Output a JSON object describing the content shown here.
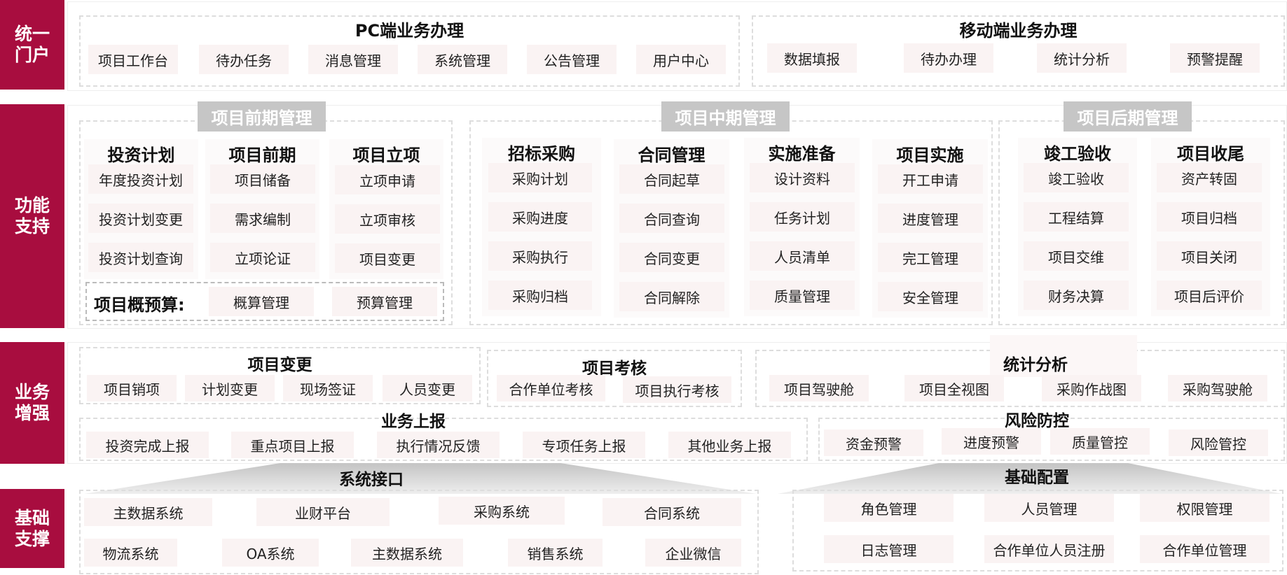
{
  "rows": [
    {
      "label": "统一\n门户"
    },
    {
      "label": "功能\n支持"
    },
    {
      "label": "业务\n增强"
    },
    {
      "label": "基础\n支撑"
    }
  ],
  "portal": {
    "pc_title": "PC端业务办理",
    "pc_items": [
      "项目工作台",
      "待办任务",
      "消息管理",
      "系统管理",
      "公告管理",
      "用户中心"
    ],
    "mobile_title": "移动端业务办理",
    "mobile_items": [
      "数据填报",
      "待办办理",
      "统计分析",
      "预警提醒"
    ]
  },
  "function": {
    "early": {
      "title": "项目前期管理",
      "groups": [
        {
          "title": "投资计划",
          "items": [
            "年度投资计划",
            "投资计划变更",
            "投资计划查询"
          ]
        },
        {
          "title": "项目前期",
          "items": [
            "项目储备",
            "需求编制",
            "立项论证"
          ]
        },
        {
          "title": "项目立项",
          "items": [
            "立项申请",
            "立项审核",
            "项目变更"
          ]
        }
      ],
      "budget_label": "项目概预算:",
      "budget_items": [
        "概算管理",
        "预算管理"
      ]
    },
    "mid": {
      "title": "项目中期管理",
      "groups": [
        {
          "title": "招标采购",
          "items": [
            "采购计划",
            "采购进度",
            "采购执行",
            "采购归档"
          ]
        },
        {
          "title": "合同管理",
          "items": [
            "合同起草",
            "合同查询",
            "合同变更",
            "合同解除"
          ]
        },
        {
          "title": "实施准备",
          "items": [
            "设计资料",
            "任务计划",
            "人员清单",
            "质量管理"
          ]
        },
        {
          "title": "项目实施",
          "items": [
            "开工申请",
            "进度管理",
            "完工管理",
            "安全管理"
          ]
        }
      ]
    },
    "late": {
      "title": "项目后期管理",
      "groups": [
        {
          "title": "竣工验收",
          "items": [
            "竣工验收",
            "工程结算",
            "项目交维",
            "财务决算"
          ]
        },
        {
          "title": "项目收尾",
          "items": [
            "资产转固",
            "项目归档",
            "项目关闭",
            "项目后评价"
          ]
        }
      ]
    }
  },
  "enhance": {
    "change": {
      "title": "项目变更",
      "items": [
        "项目销项",
        "计划变更",
        "现场签证",
        "人员变更"
      ]
    },
    "assess": {
      "title": "项目考核",
      "items": [
        "合作单位考核",
        "项目执行考核"
      ]
    },
    "stats": {
      "title": "统计分析",
      "items": [
        "项目驾驶舱",
        "项目全视图",
        "采购作战图",
        "采购驾驶舱"
      ]
    },
    "report": {
      "title": "业务上报",
      "items": [
        "投资完成上报",
        "重点项目上报",
        "执行情况反馈",
        "专项任务上报",
        "其他业务上报"
      ]
    },
    "risk": {
      "title": "风险防控",
      "items": [
        "资金预警",
        "进度预警",
        "质量管控",
        "风险管控"
      ]
    }
  },
  "base": {
    "interface": {
      "title": "系统接口",
      "row1": [
        "主数据系统",
        "业财平台",
        "采购系统",
        "合同系统"
      ],
      "row2": [
        "物流系统",
        "OA系统",
        "主数据系统",
        "销售系统",
        "企业微信"
      ]
    },
    "config": {
      "title": "基础配置",
      "row1": [
        "角色管理",
        "人员管理",
        "权限管理"
      ],
      "row2": [
        "日志管理",
        "合作单位人员注册",
        "合作单位管理"
      ]
    }
  }
}
